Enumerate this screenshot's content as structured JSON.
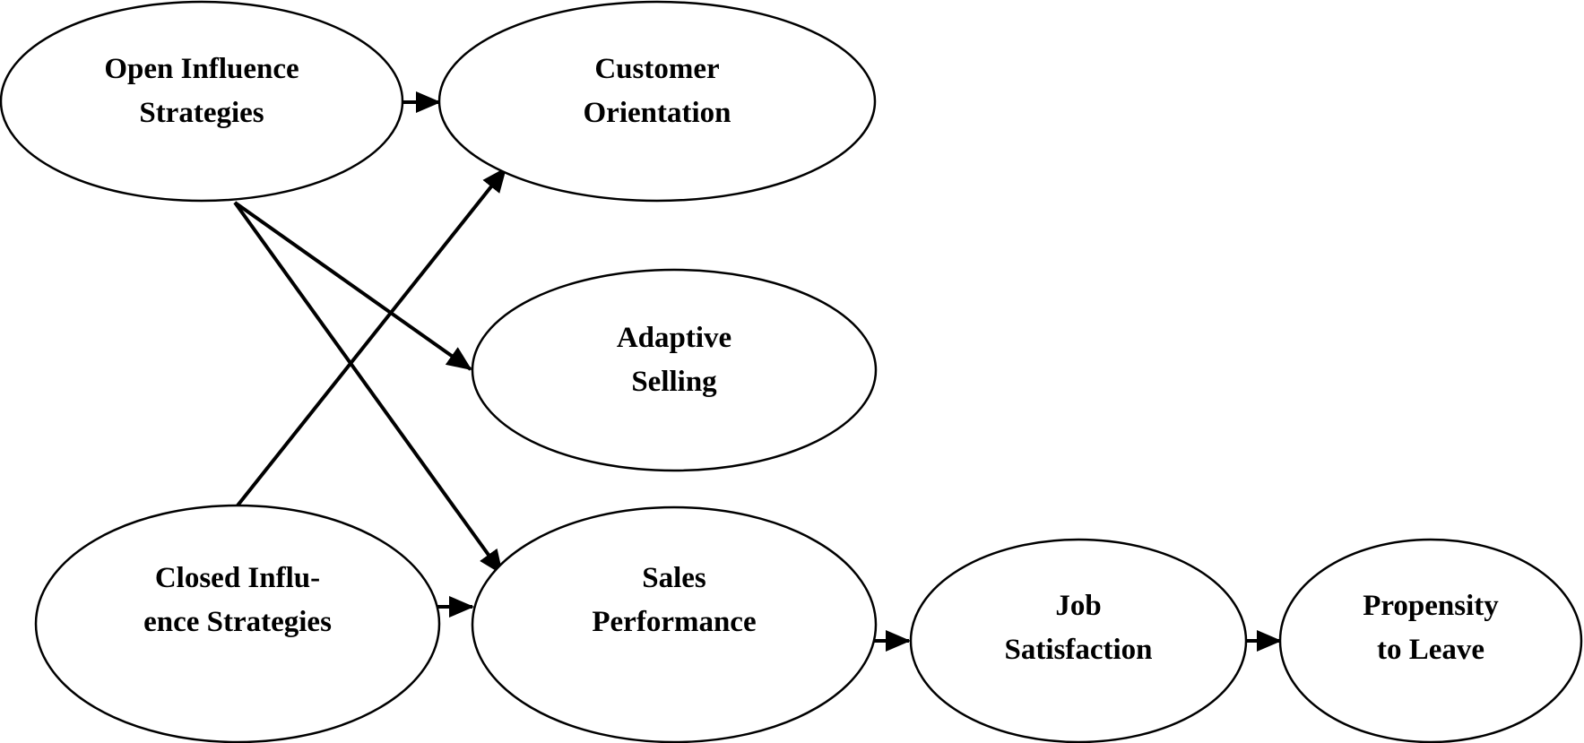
{
  "diagram": {
    "colors": {
      "stroke": "#000000",
      "fill": "#ffffff",
      "text": "#000000"
    },
    "nodes": [
      {
        "id": "open",
        "lines": [
          "Open Influence",
          "Strategies"
        ]
      },
      {
        "id": "customer",
        "lines": [
          "Customer",
          "Orientation"
        ]
      },
      {
        "id": "adaptive",
        "lines": [
          "Adaptive",
          "Selling"
        ]
      },
      {
        "id": "closed",
        "lines": [
          "Closed Influ-",
          "ence Strategies"
        ]
      },
      {
        "id": "sales",
        "lines": [
          "Sales",
          "Performance"
        ]
      },
      {
        "id": "job",
        "lines": [
          "Job",
          "Satisfaction"
        ]
      },
      {
        "id": "leave",
        "lines": [
          "Propensity",
          "to Leave"
        ]
      }
    ],
    "edges": [
      {
        "from": "open",
        "to": "customer"
      },
      {
        "from": "open",
        "to": "adaptive"
      },
      {
        "from": "open",
        "to": "sales"
      },
      {
        "from": "closed",
        "to": "customer"
      },
      {
        "from": "closed",
        "to": "sales"
      },
      {
        "from": "sales",
        "to": "job"
      },
      {
        "from": "job",
        "to": "leave"
      }
    ]
  }
}
